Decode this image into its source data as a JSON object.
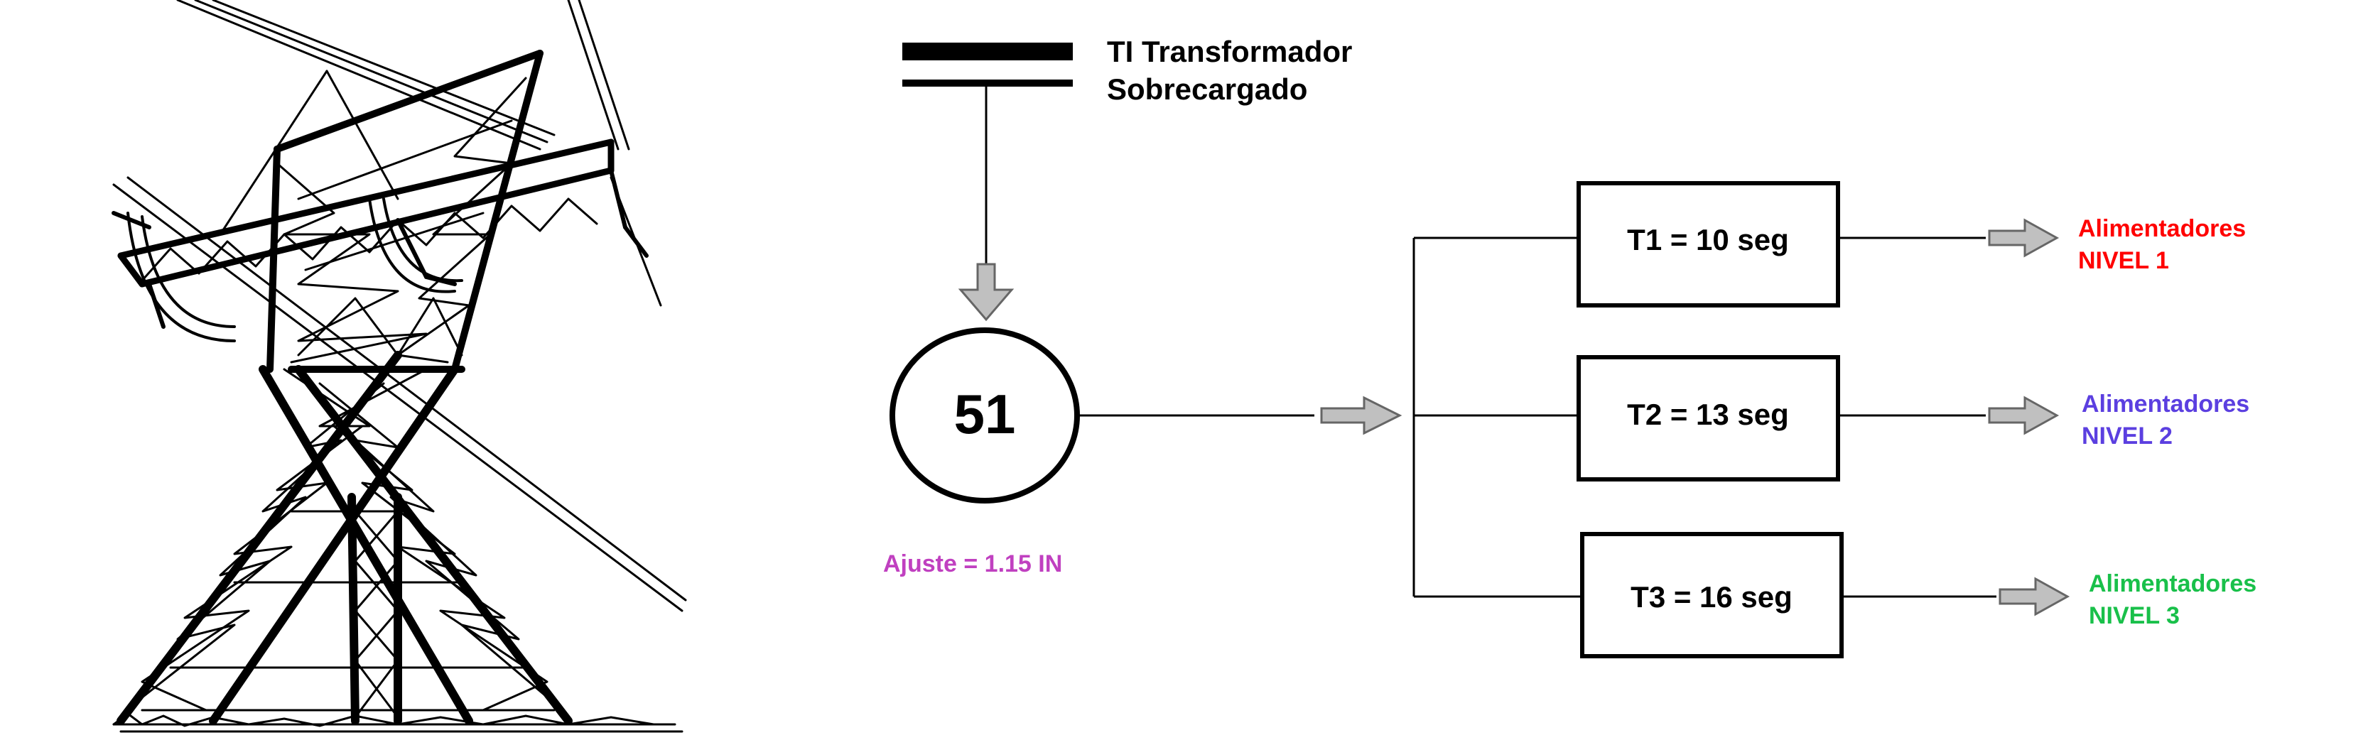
{
  "transformer_label": {
    "line1": "TI Transformador",
    "line2": "Sobrecargado"
  },
  "relay": {
    "code": "51",
    "setting": "Ajuste = 1.15 IN"
  },
  "timers": [
    {
      "label": "T1 = 10 seg",
      "target_line1": "Alimentadores",
      "target_line2": "NIVEL 1",
      "color": "#ff0000"
    },
    {
      "label": "T2 = 13 seg",
      "target_line1": "Alimentadores",
      "target_line2": "NIVEL 2",
      "color": "#5b3fe0"
    },
    {
      "label": "T3 = 16 seg",
      "target_line1": "Alimentadores",
      "target_line2": "NIVEL 3",
      "color": "#19c04a"
    }
  ],
  "colors": {
    "setting_text": "#c040c0",
    "line": "#000000",
    "arrow_fill": "#c0c0c0",
    "arrow_stroke": "#666666"
  },
  "icons": {
    "tower": "transmission-tower-icon"
  }
}
